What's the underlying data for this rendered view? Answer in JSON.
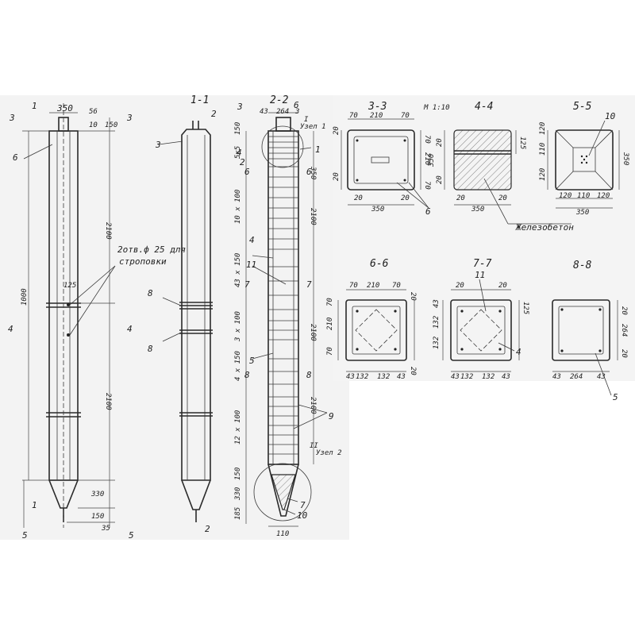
{
  "sections": {
    "s11": "1-1",
    "s22": "2-2",
    "s33": "3-3",
    "s44": "4-4",
    "s55": "5-5",
    "s66": "6-6",
    "s77": "7-7",
    "s88": "8-8"
  },
  "scale": "М 1:10",
  "section_marks": {
    "n1": "1",
    "n3": "3",
    "n4": "4",
    "n5": "5",
    "n2": "2",
    "n6": "6",
    "n7": "7",
    "n8": "8"
  },
  "callouts": {
    "c1": "1",
    "c2": "2",
    "c3": "3",
    "c4": "4",
    "c5": "5",
    "c6": "6",
    "c7": "7",
    "c8": "8",
    "c9": "9",
    "c10": "10",
    "c11": "11"
  },
  "nodes": {
    "I": "I",
    "II": "II",
    "uzel1": "Узел 1",
    "uzel2": "Узел 2"
  },
  "note_holes": [
    "2отв.ф 25 для",
    "строповки"
  ],
  "material": "Железобетон",
  "dims": {
    "d350": "350",
    "d56": "56",
    "d150": "150",
    "d10": "10",
    "d2100": "2100",
    "d1000": "1000",
    "d125": "125",
    "d330": "330",
    "d35": "35",
    "d43": "43",
    "d264": "264",
    "d3": "3",
    "d5x5": "5х5",
    "d10x100": "10 х 100",
    "d43x150": "43 х 150",
    "d3x100": "3 х 100",
    "d4x150": "4 х 150",
    "d12x100": "12 х 100",
    "d185": "185",
    "d110": "110",
    "d70": "70",
    "d210": "210",
    "d20": "20",
    "d120": "120",
    "d132": "132"
  }
}
